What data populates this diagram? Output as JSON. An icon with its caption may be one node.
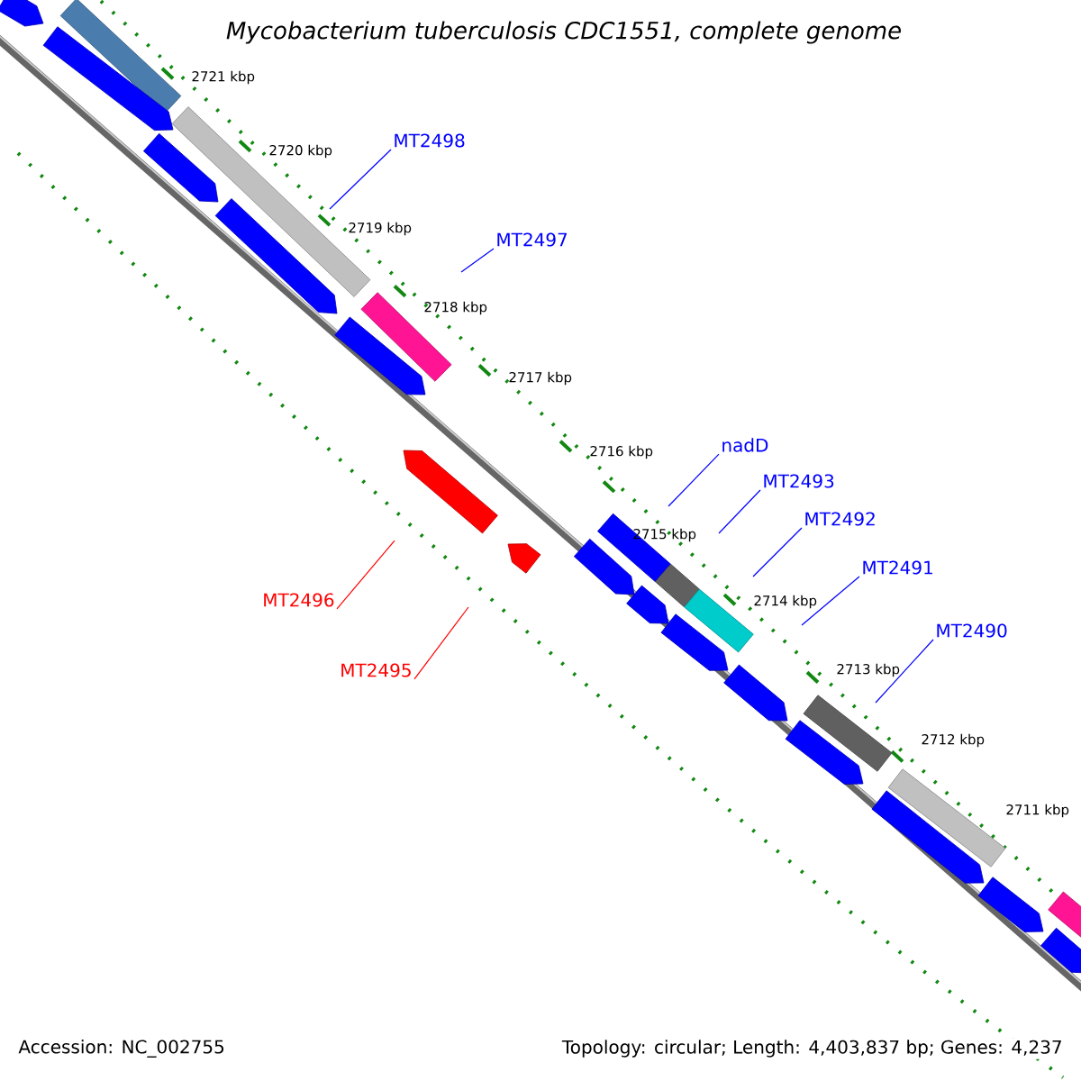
{
  "diagram": {
    "title": "Mycobacterium tuberculosis CDC1551, complete genome",
    "nodes": [
      {
        "text": [
          "MT2498"
        ]
      },
      {
        "text": [
          "MT2497"
        ]
      },
      {
        "text": [
          "nadD"
        ]
      },
      {
        "text": [
          "MT2493"
        ]
      },
      {
        "text": [
          "MT2492"
        ]
      },
      {
        "text": [
          "MT2491"
        ]
      },
      {
        "text": [
          "MT2496"
        ]
      },
      {
        "text": [
          "MT2490"
        ]
      },
      {
        "text": [
          "MT2495"
        ]
      }
    ],
    "edges": [
      {
        "from": 0,
        "to": null,
        "arrow": "none"
      },
      {
        "from": 1,
        "to": null,
        "arrow": "none"
      },
      {
        "from": 2,
        "to": null,
        "arrow": "none"
      },
      {
        "from": 3,
        "to": null,
        "arrow": "none"
      },
      {
        "from": 4,
        "to": null,
        "arrow": "none"
      },
      {
        "from": 5,
        "to": null,
        "arrow": "none"
      },
      {
        "from": 6,
        "to": null,
        "arrow": "none",
        "color": "#ff0000"
      },
      {
        "from": 7,
        "to": null,
        "arrow": "none"
      },
      {
        "from": 8,
        "to": null,
        "arrow": "none",
        "color": "#ff0000"
      }
    ],
    "labels": [
      "2721 kbp",
      "2720 kbp",
      "2719 kbp",
      "2718 kbp",
      "2717 kbp",
      "2716 kbp",
      "2715 kbp",
      "2714 kbp",
      "2713 kbp",
      "2712 kbp",
      "2711 kbp",
      "Accession: NC_002755",
      "Topology: circular; Length: 4,403,837 bp; Genes: 4,237"
    ]
  }
}
